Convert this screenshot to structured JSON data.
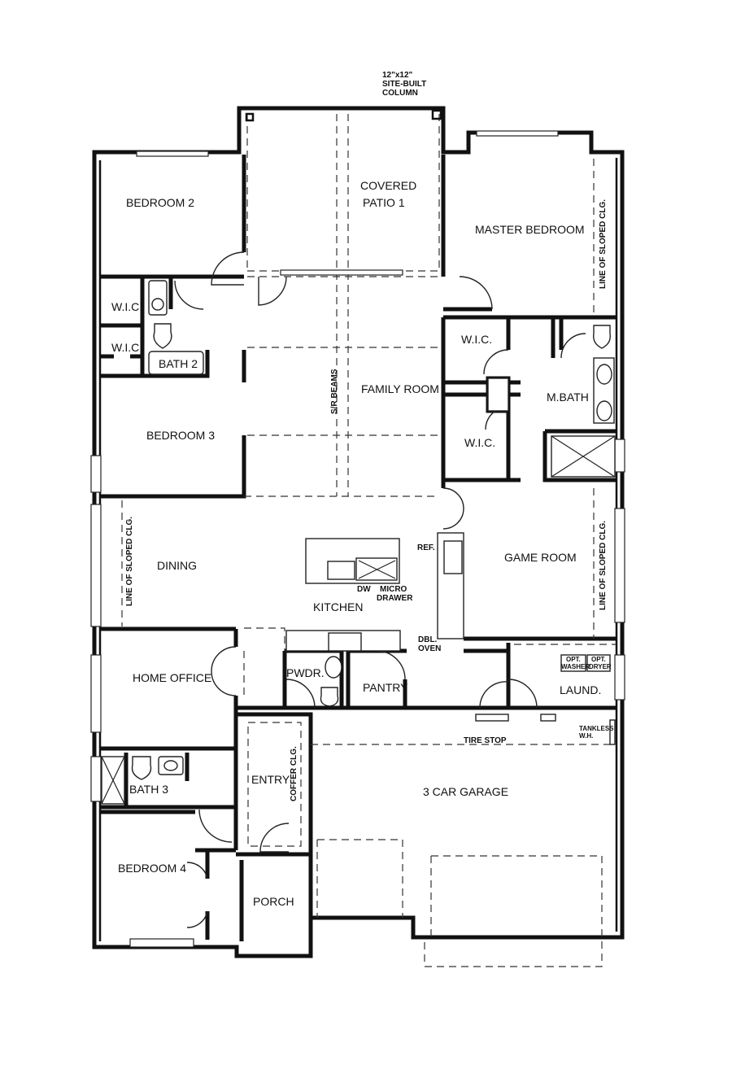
{
  "plan": {
    "annotations": {
      "column_line1": "12\"x12\"",
      "column_line2": "SITE-BUILT",
      "column_line3": "COLUMN",
      "beams": "S/R BEAMS",
      "sloped_master": "LINE OF SLOPED CLG.",
      "sloped_dining": "LINE OF SLOPED CLG.",
      "sloped_game": "LINE OF SLOPED CLG.",
      "coffer": "COFFER CLG.",
      "tire_stop": "TIRE STOP",
      "tankless_line1": "TANKLESS",
      "tankless_line2": "W.H."
    },
    "rooms": {
      "bedroom2": "BEDROOM 2",
      "covered_patio_line1": "COVERED",
      "covered_patio_line2": "PATIO 1",
      "master_bedroom": "MASTER BEDROOM",
      "wic_bed2": "W.I.C.",
      "wic_bed3": "W.I.C.",
      "bath2": "BATH 2",
      "family_room": "FAMILY ROOM",
      "wic_master1": "W.I.C.",
      "wic_master2": "W.I.C.",
      "master_bath": "M.BATH",
      "bedroom3": "BEDROOM 3",
      "dining": "DINING",
      "kitchen": "KITCHEN",
      "game_room": "GAME ROOM",
      "home_office": "HOME OFFICE",
      "powder": "PWDR.",
      "pantry": "PANTRY",
      "laundry": "LAUND.",
      "bath3": "BATH 3",
      "entry": "ENTRY",
      "garage": "3 CAR GARAGE",
      "bedroom4": "BEDROOM 4",
      "porch": "PORCH"
    },
    "appliances": {
      "ref": "REF.",
      "dw": "DW",
      "micro_line1": "MICRO",
      "micro_line2": "DRAWER",
      "oven_line1": "DBL.",
      "oven_line2": "OVEN",
      "washer_line1": "OPT.",
      "washer_line2": "WASHER",
      "dryer_line1": "OPT.",
      "dryer_line2": "DRYER"
    }
  }
}
